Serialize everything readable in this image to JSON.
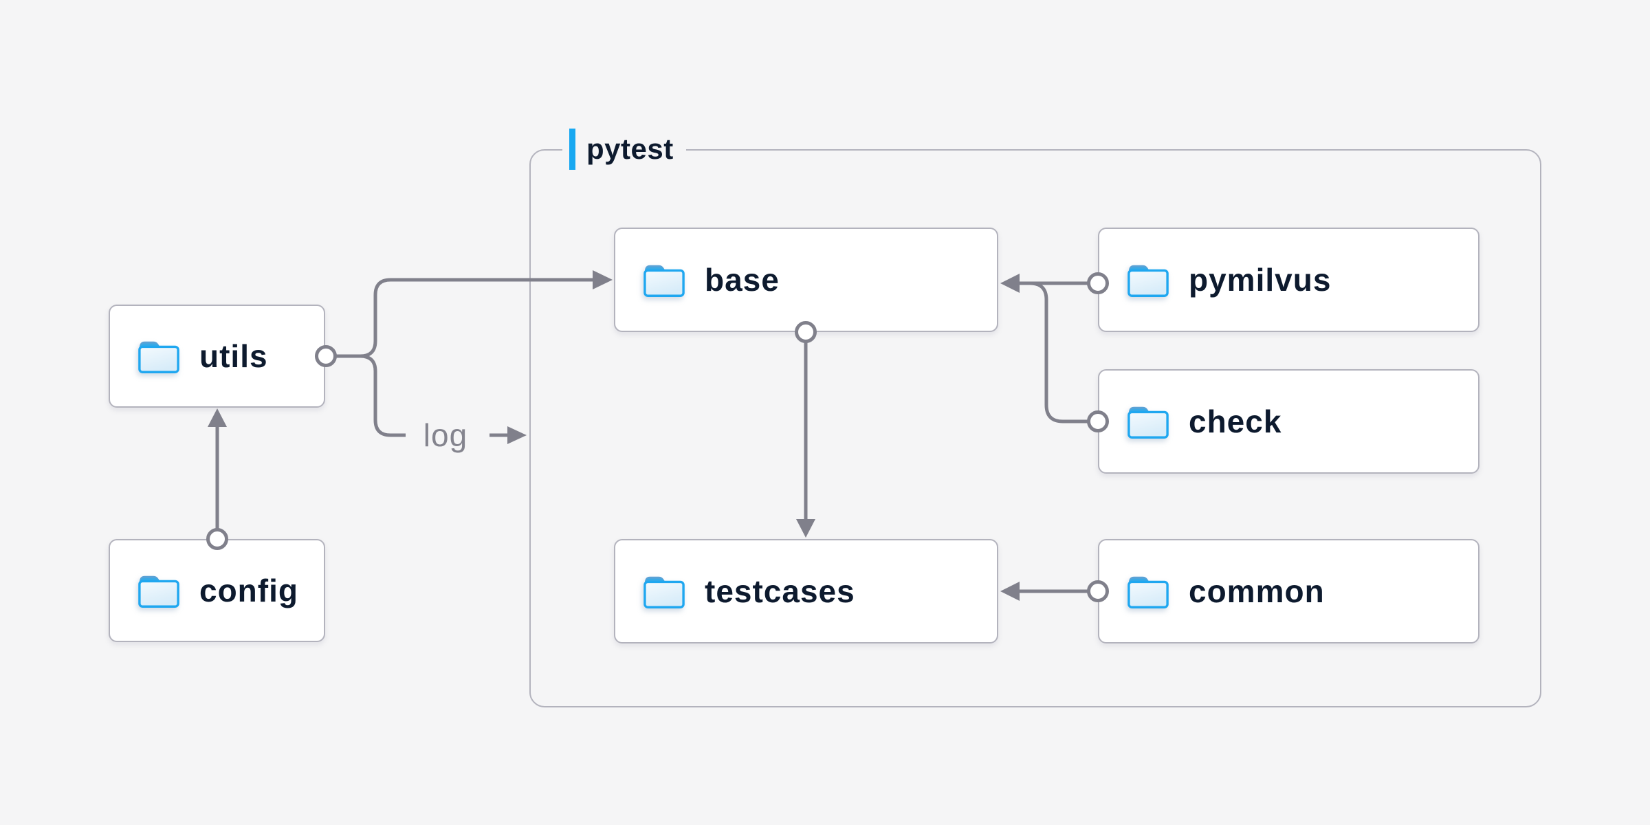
{
  "container": {
    "label": "pytest"
  },
  "nodes": {
    "utils": {
      "label": "utils"
    },
    "config": {
      "label": "config"
    },
    "base": {
      "label": "base"
    },
    "pymilvus": {
      "label": "pymilvus"
    },
    "check": {
      "label": "check"
    },
    "testcases": {
      "label": "testcases"
    },
    "common": {
      "label": "common"
    }
  },
  "labels": {
    "log": "log"
  },
  "edges": [
    {
      "from": "utils",
      "to": "base"
    },
    {
      "from": "utils",
      "to": "pytest-container",
      "label": "log"
    },
    {
      "from": "config",
      "to": "utils"
    },
    {
      "from": "pymilvus",
      "to": "base"
    },
    {
      "from": "check",
      "to": "base"
    },
    {
      "from": "base",
      "to": "testcases"
    },
    {
      "from": "common",
      "to": "testcases"
    }
  ],
  "icons": {
    "node_icon": "folder-icon"
  },
  "colors": {
    "background": "#f5f5f6",
    "node_background": "#ffffff",
    "border": "#b3b3bd",
    "connector": "#80808b",
    "text": "#0d1a2e",
    "edge_label_text": "#84848e",
    "accent_blue": "#18a8f1",
    "folder_blue": "#1fa7f0",
    "folder_tab": "#39a9e5"
  }
}
